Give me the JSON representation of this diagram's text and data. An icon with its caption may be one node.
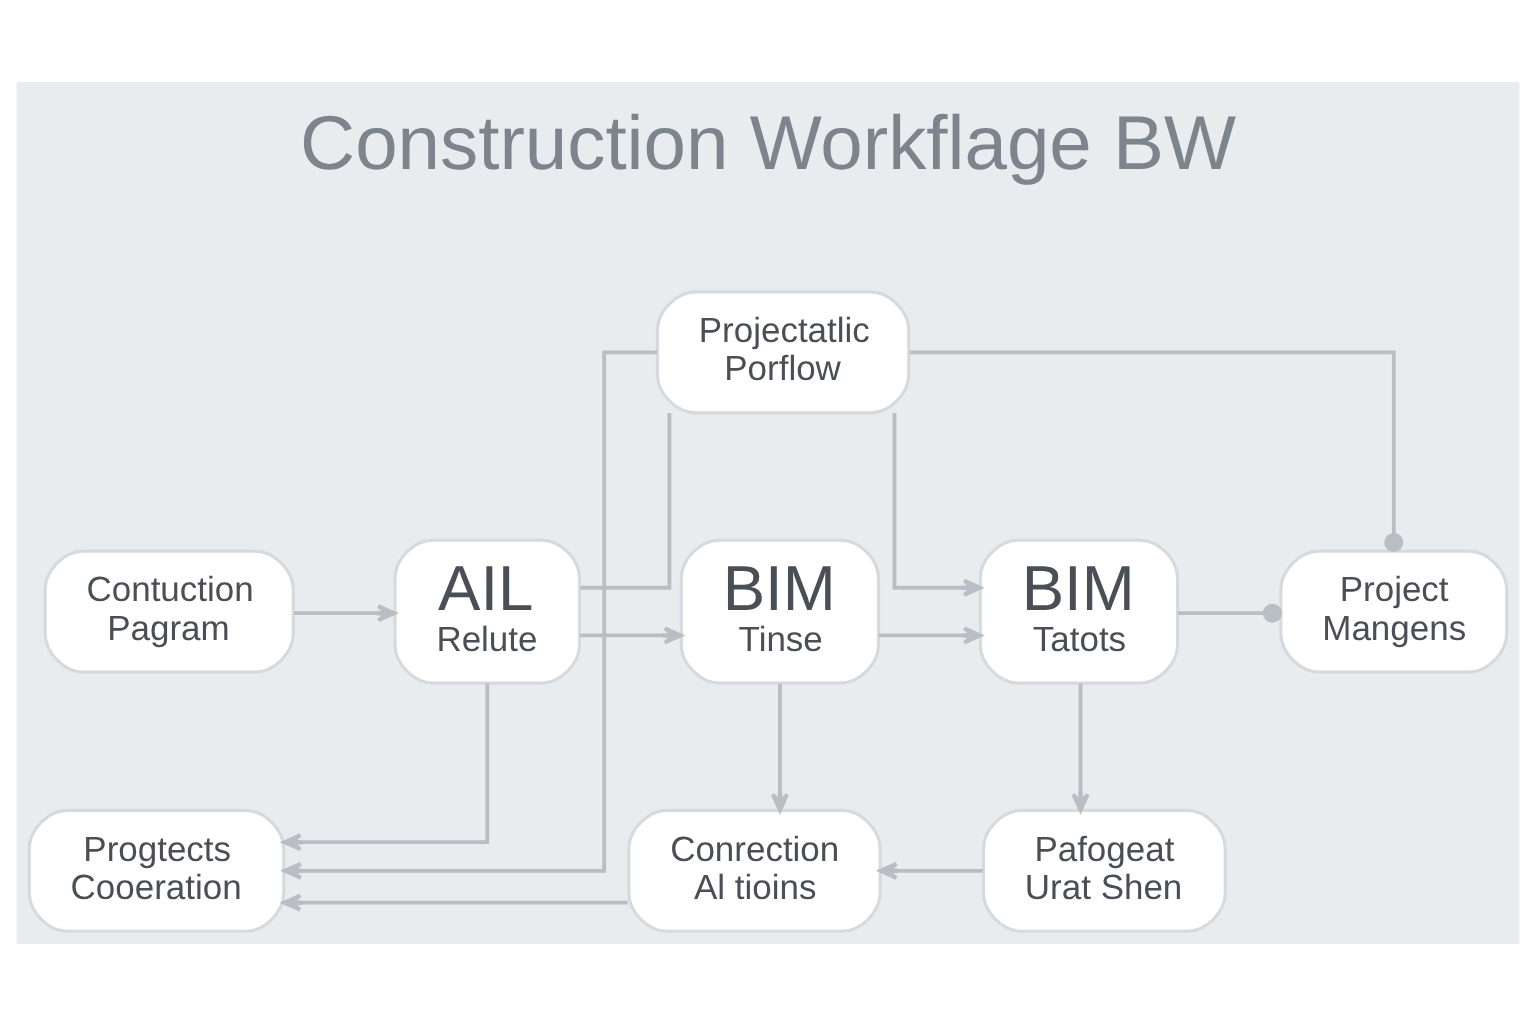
{
  "diagram": {
    "title": "Construction Workflage BW",
    "nodes": [
      {
        "text": [
          "Projectatlic Porflow"
        ]
      },
      {
        "text": [
          "Contuction Pagram"
        ]
      },
      {
        "text": [
          "AIL",
          "Relute"
        ]
      },
      {
        "text": [
          "BIM",
          "Tinse"
        ]
      },
      {
        "text": [
          "BIM",
          "Tatots"
        ]
      },
      {
        "text": [
          "Project Mangens"
        ]
      },
      {
        "text": [
          "Progtects Cooeration"
        ]
      },
      {
        "text": [
          "Conrection Al tioins"
        ]
      },
      {
        "text": [
          "Pafogeat Urat Shen"
        ]
      }
    ],
    "edges": [
      {
        "from": 0,
        "to": 6,
        "arrow": "to"
      },
      {
        "from": 0,
        "to": 2,
        "arrow": "none"
      },
      {
        "from": 0,
        "to": 4,
        "arrow": "to"
      },
      {
        "from": 0,
        "to": 5,
        "arrow": "other"
      },
      {
        "from": 1,
        "to": 2,
        "arrow": "to"
      },
      {
        "from": 2,
        "to": 3,
        "arrow": "to"
      },
      {
        "from": 3,
        "to": 4,
        "arrow": "to"
      },
      {
        "from": 4,
        "to": 5,
        "arrow": "other"
      },
      {
        "from": 2,
        "to": 6,
        "arrow": "to"
      },
      {
        "from": 3,
        "to": 7,
        "arrow": "to"
      },
      {
        "from": 4,
        "to": 8,
        "arrow": "to"
      },
      {
        "from": 7,
        "to": 6,
        "arrow": "to"
      },
      {
        "from": 8,
        "to": 7,
        "arrow": "to"
      }
    ]
  }
}
